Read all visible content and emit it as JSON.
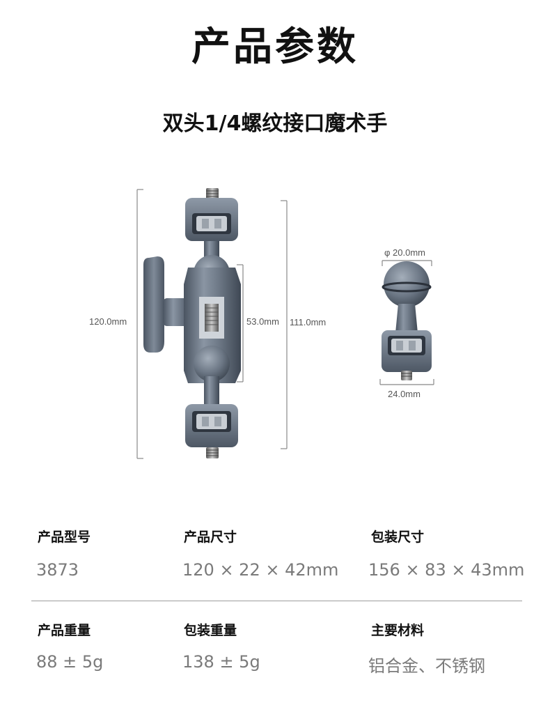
{
  "header": {
    "title": "产品参数",
    "subtitle": "双头1/4螺纹接口魔术手"
  },
  "dimensions": {
    "overall_height": "120.0mm",
    "arm_length": "111.0mm",
    "middle_length": "53.0mm",
    "ball_diameter": "φ 20.0mm",
    "mount_width": "24.0mm"
  },
  "specs": [
    {
      "label": "产品型号",
      "value": "3873"
    },
    {
      "label": "产品尺寸",
      "value": "120 × 22 × 42mm"
    },
    {
      "label": "包装尺寸",
      "value": "156 × 83 × 43mm"
    },
    {
      "label": "产品重量",
      "value": "88 ± 5g"
    },
    {
      "label": "包装重量",
      "value": "138 ± 5g"
    },
    {
      "label": "主要材料",
      "value": "铝合金、不锈钢"
    }
  ],
  "colors": {
    "metal_dark": "#55606d",
    "metal_mid": "#7c8795",
    "metal_light": "#a8b2be",
    "divider": "#9c9c9c",
    "value_text": "#7a7a7a"
  }
}
